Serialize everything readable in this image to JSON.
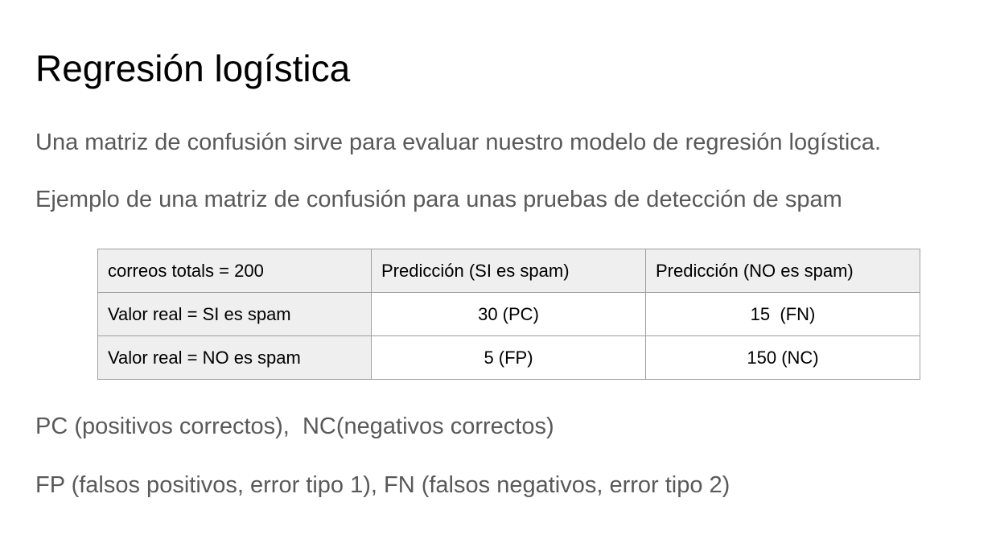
{
  "slide": {
    "title": "Regresión logística",
    "intro": "Una matriz de confusión sirve para evaluar nuestro modelo de regresión logística.",
    "example": "Ejemplo de una matriz de confusión para unas pruebas de detección de spam",
    "legend_1": "PC (positivos correctos),  NC(negativos correctos)",
    "legend_2": "FP (falsos positivos, error tipo 1), FN (falsos negativos, error tipo 2)"
  },
  "matrix": {
    "corner": "correos totals = 200",
    "col_headers": [
      "Predicción (SI es spam)",
      "Predicción (NO es spam)"
    ],
    "rows": [
      {
        "label": "Valor real = SI es spam",
        "cells": [
          "30 (PC)",
          "15  (FN)"
        ]
      },
      {
        "label": "Valor real = NO es spam",
        "cells": [
          "5 (FP)",
          "150 (NC)"
        ]
      }
    ]
  }
}
